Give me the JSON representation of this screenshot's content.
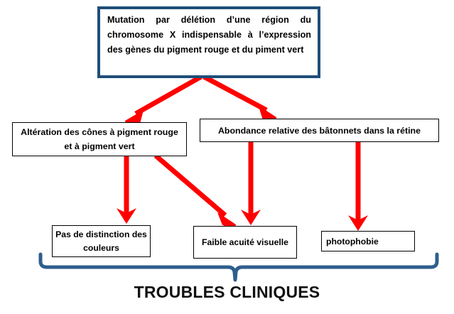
{
  "diagram": {
    "title_caption": "TROUBLES CLINIQUES",
    "colors": {
      "arrow_red": "#FF0000",
      "brace_navy": "#2E5E8E",
      "top_box_border": "#1F4E79",
      "box_border": "#000000",
      "text": "#000000",
      "background": "#FFFFFF"
    },
    "nodes": [
      {
        "id": "mutation",
        "label": "Mutation par délétion d’une région du chromosome X indispensable à l’expression des gènes du pigment rouge et du piment vert",
        "role": "cause"
      },
      {
        "id": "cones",
        "label": "Altération des  cônes à pigment rouge et à pigment vert",
        "role": "intermediate"
      },
      {
        "id": "batonnets",
        "label": "Abondance relative des bâtonnets dans la rétine",
        "role": "intermediate"
      },
      {
        "id": "distinction",
        "label": "Pas de distinction des couleurs",
        "role": "consequence"
      },
      {
        "id": "acuite",
        "label": "Faible acuité visuelle",
        "role": "consequence"
      },
      {
        "id": "photophobie",
        "label": "photophobie",
        "role": "consequence"
      }
    ],
    "edges": [
      {
        "from": "mutation",
        "to": "cones",
        "style": "red-arrow-diagonal"
      },
      {
        "from": "mutation",
        "to": "batonnets",
        "style": "red-arrow-diagonal"
      },
      {
        "from": "cones",
        "to": "distinction",
        "style": "red-arrow-vertical"
      },
      {
        "from": "cones",
        "to": "acuite",
        "style": "red-arrow-diagonal"
      },
      {
        "from": "batonnets",
        "to": "acuite",
        "style": "red-arrow-vertical"
      },
      {
        "from": "batonnets",
        "to": "photophobie",
        "style": "red-arrow-vertical"
      }
    ],
    "brace": {
      "orientation": "down",
      "groups": [
        "distinction",
        "acuite",
        "photophobie"
      ],
      "label": "TROUBLES CLINIQUES"
    }
  }
}
